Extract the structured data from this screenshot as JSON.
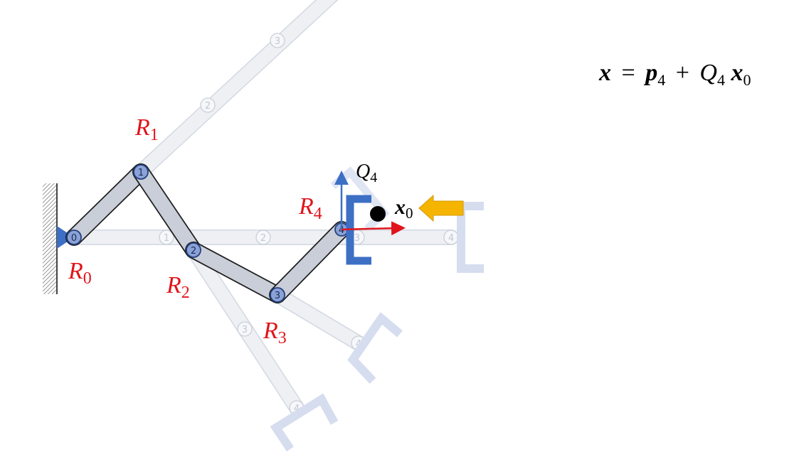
{
  "colors": {
    "link_fill": "#c9ced8",
    "joint_fill": "#8aa2d6",
    "base_blue": "#3d6fc4",
    "gripper_blue": "#3d6fc4",
    "gripper_ghost": "#d5ddef",
    "label_red": "#e0151c",
    "axis_blue": "#3d6fc4",
    "axis_red": "#e0151c",
    "arrow_orange": "#f5b400"
  },
  "joints": [
    {
      "num": "0",
      "label_base": "R",
      "label_sub": "0"
    },
    {
      "num": "1",
      "label_base": "R",
      "label_sub": "1"
    },
    {
      "num": "2",
      "label_base": "R",
      "label_sub": "2"
    },
    {
      "num": "3",
      "label_base": "R",
      "label_sub": "3"
    },
    {
      "num": "4",
      "label_base": "R",
      "label_sub": "4"
    }
  ],
  "ghost_poses": [
    {
      "name": "straight-horizontal",
      "nums": [
        "1",
        "2",
        "3",
        "4"
      ]
    },
    {
      "name": "upper-diagonal",
      "nums": [
        "2",
        "3"
      ]
    },
    {
      "name": "lower-steep",
      "nums": [
        "3",
        "4"
      ]
    },
    {
      "name": "lower-shallow",
      "nums": [
        "4"
      ]
    }
  ],
  "frame": {
    "axis_label_base": "Q",
    "axis_label_sub": "4"
  },
  "point": {
    "label_base": "x",
    "label_sub": "0"
  },
  "equation": {
    "lhs": "x",
    "eq": "=",
    "p": "p",
    "p_sub": "4",
    "plus": "+",
    "Q": "Q",
    "Q_sub": "4",
    "x0": "x",
    "x0_sub": "0"
  }
}
